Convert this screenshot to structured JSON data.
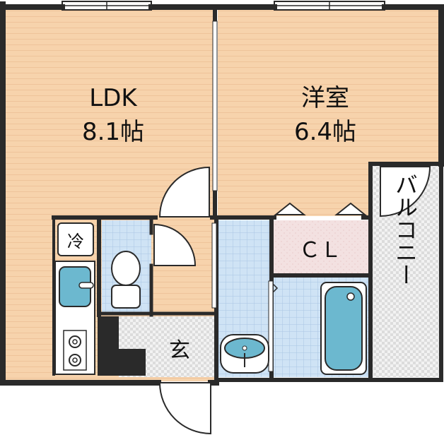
{
  "rooms": {
    "ldk": {
      "name": "LDK",
      "size": "8.1帖"
    },
    "western": {
      "name": "洋室",
      "size": "6.4帖"
    },
    "closet": {
      "name": "ＣＬ"
    },
    "balcony": {
      "name": "バルコニー"
    },
    "entrance": {
      "name": "玄"
    },
    "fridge": {
      "name": "冷"
    }
  },
  "colors": {
    "floor_wood": "#f7d3ac",
    "wood_stripe": "#f0c79c",
    "tile_blue": "#cfe3f5",
    "tile_line": "#a9c6e6",
    "closet_pink": "#f3e1e1",
    "fixture_blue": "#6cb8cf",
    "wall": "#2a2a2a",
    "balcony_gray": "#e2e2e2"
  }
}
